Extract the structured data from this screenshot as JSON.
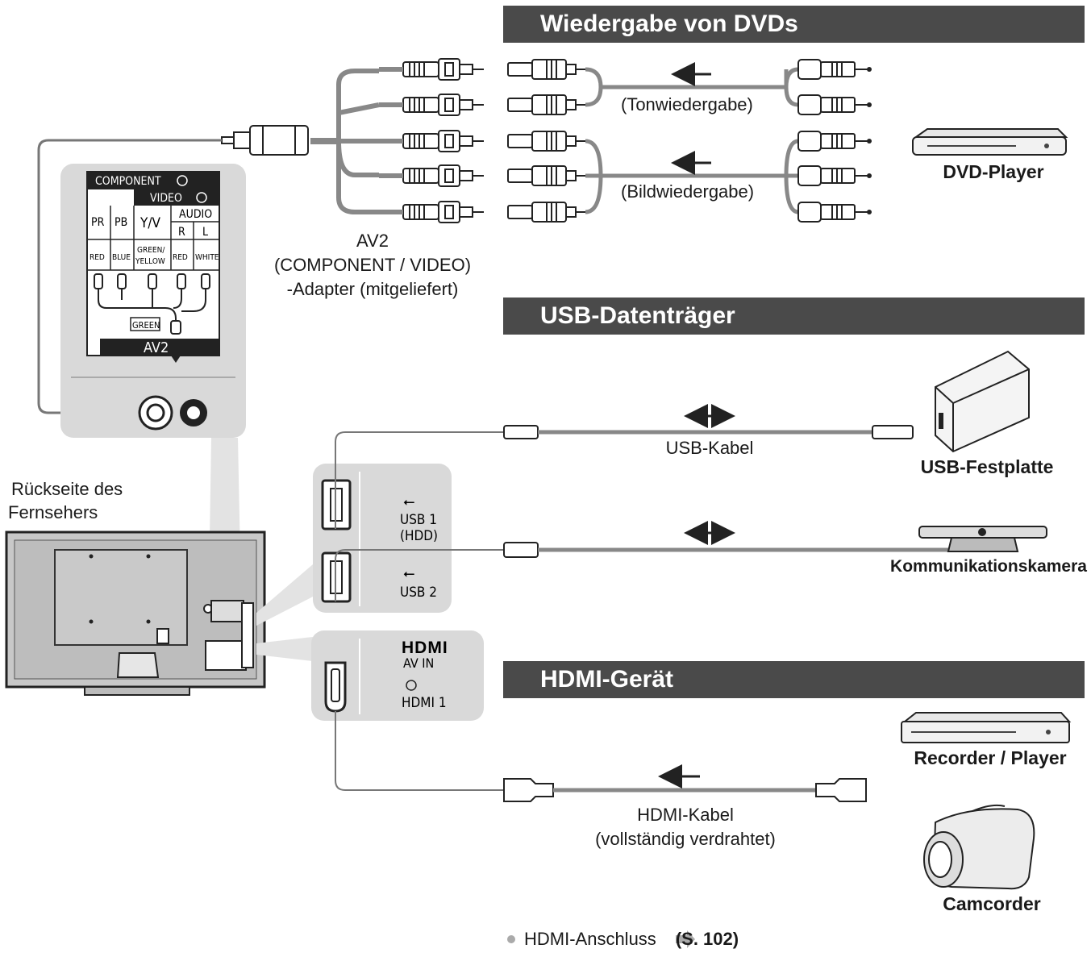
{
  "sections": {
    "dvd": "Wiedergabe von DVDs",
    "usb": "USB-Datenträger",
    "hdmi": "HDMI-Gerät"
  },
  "labels": {
    "audio": "(Tonwiedergabe)",
    "video": "(Bildwiedergabe)",
    "adapter_line1": "AV2",
    "adapter_line2": "(COMPONENT / VIDEO)",
    "adapter_line3": "-Adapter (mitgeliefert)",
    "tv_back_line1": "Rückseite des",
    "tv_back_line2": "Fernsehers",
    "usb_cable": "USB-Kabel",
    "hdmi_cable_line1": "HDMI-Kabel",
    "hdmi_cable_line2": "(vollständig verdrahtet)"
  },
  "devices": {
    "dvd_player": "DVD-Player",
    "usb_hdd": "USB-Festplatte",
    "camera": "Kommunikationskamera",
    "recorder": "Recorder / Player",
    "camcorder": "Camcorder"
  },
  "av2_panel": {
    "component": "COMPONENT",
    "video": "VIDEO",
    "audio": "AUDIO",
    "pr": "PR",
    "pb": "PB",
    "yv": "Y/V",
    "r": "R",
    "l": "L",
    "red": "RED",
    "blue": "BLUE",
    "green_yellow_1": "GREEN/",
    "green_yellow_2": "YELLOW",
    "red2": "RED",
    "white": "WHITE",
    "green": "GREEN",
    "title": "AV2"
  },
  "usb_panel": {
    "usb1_line1": "USB 1",
    "usb1_line2": "(HDD)",
    "usb2": "USB 2"
  },
  "hdmi_panel": {
    "logo": "HDMI",
    "av_in": "AV IN",
    "port": "HDMI 1"
  },
  "footer": {
    "text": "HDMI-Anschluss",
    "ref": "(S. 102)"
  },
  "colors": {
    "banner": "#4a4a4a",
    "panel": "#d9d9d9",
    "line": "#7a7a7a"
  }
}
